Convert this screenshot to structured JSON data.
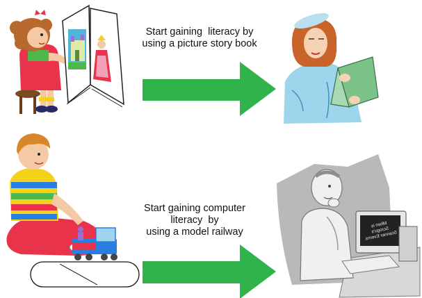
{
  "top_row": {
    "caption_lines": [
      "Start gaining  literacy by",
      "using a picture story book"
    ]
  },
  "bottom_row": {
    "caption_lines": [
      "Start gaining computer",
      "literacy  by",
      "using a model railway"
    ],
    "monitor_text_lines": [
      "Mhen is",
      "Scrogu's",
      "Scanner Everns"
    ]
  },
  "colors": {
    "arrow_green": "#2fb34a",
    "girl_dress": "#e8334a",
    "girl_hair": "#b8692e",
    "woman_shirt": "#9ed4ec",
    "boy_shirt_stripes": [
      "#2a7de1",
      "#f2d21b",
      "#4fb84a",
      "#e8334a"
    ],
    "boy_pants": "#e8334a",
    "man_gray": "#8e8e8e"
  }
}
